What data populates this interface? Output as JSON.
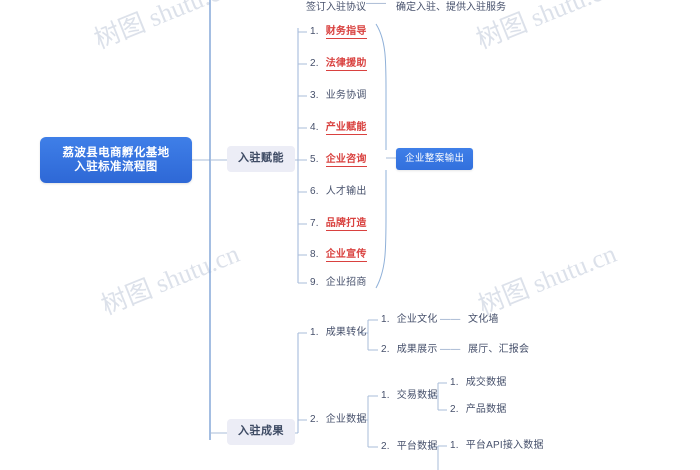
{
  "title": "荔波县电商孵化基地入驻标准流程图",
  "root": {
    "line1": "荔波县电商孵化基地",
    "line2": "入驻标准流程图",
    "color": "#3073de"
  },
  "watermark": {
    "text": "树图 shutu.cn"
  },
  "clipped_top": {
    "left": "签订入驻协议",
    "dash": "——",
    "right": "确定入驻、提供入驻服务"
  },
  "branches": [
    {
      "label": "入驻赋能",
      "children": [
        {
          "index": "1.",
          "text": "财务指导",
          "style": "red"
        },
        {
          "index": "2.",
          "text": "法律援助",
          "style": "red"
        },
        {
          "index": "3.",
          "text": "业务协调",
          "style": "plain"
        },
        {
          "index": "4.",
          "text": "产业赋能",
          "style": "red"
        },
        {
          "index": "5.",
          "text": "企业咨询",
          "style": "red"
        },
        {
          "index": "6.",
          "text": "人才输出",
          "style": "plain"
        },
        {
          "index": "7.",
          "text": "品牌打造",
          "style": "red"
        },
        {
          "index": "8.",
          "text": "企业宣传",
          "style": "red"
        },
        {
          "index": "9.",
          "text": "企业招商",
          "style": "plain"
        }
      ],
      "output": {
        "text": "企业整案输出",
        "color": "#3073de"
      }
    },
    {
      "label": "入驻成果",
      "groups": [
        {
          "index": "1.",
          "text": "成果转化",
          "items": [
            {
              "index": "1.",
              "text": "企业文化",
              "dash": "——",
              "detail": "文化墙"
            },
            {
              "index": "2.",
              "text": "成果展示",
              "dash": "——",
              "detail": "展厅、汇报会"
            }
          ]
        },
        {
          "index": "2.",
          "text": "企业数据",
          "items": [
            {
              "index": "1.",
              "text": "交易数据",
              "leaves": [
                {
                  "index": "1.",
                  "text": "成交数据"
                },
                {
                  "index": "2.",
                  "text": "产品数据"
                }
              ]
            },
            {
              "index": "2.",
              "text": "平台数据",
              "leaves": [
                {
                  "index": "1.",
                  "text": "平台API接入数据"
                }
              ]
            }
          ]
        }
      ]
    }
  ]
}
